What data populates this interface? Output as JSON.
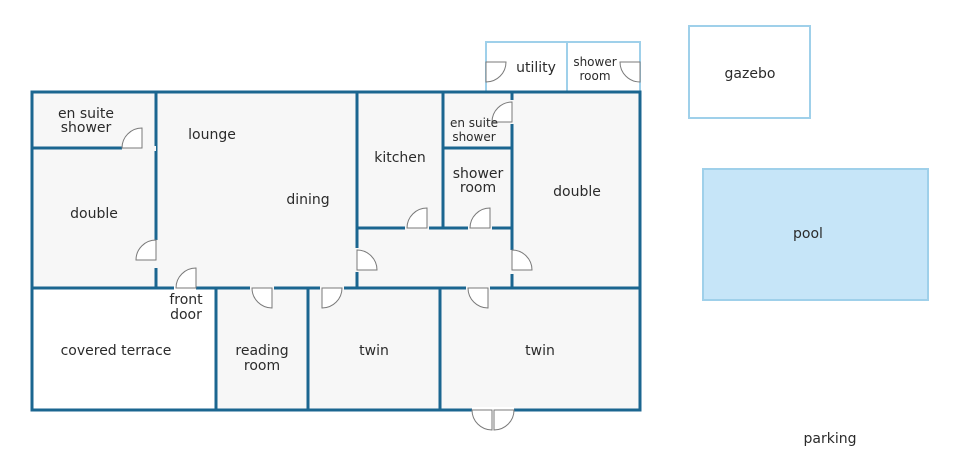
{
  "colors": {
    "wall": "#1b6690",
    "light_outline": "#9fd0ea",
    "floor": "#f7f7f7",
    "pool": "#c6e5f8",
    "door": "#7a7a7a",
    "text": "#2b2b2b"
  },
  "rooms": {
    "en_suite_shower_left": [
      "en suite",
      "shower"
    ],
    "lounge": "lounge",
    "dining": "dining",
    "kitchen": "kitchen",
    "en_suite_shower_mid": [
      "en suite",
      "shower"
    ],
    "shower_room_mid": [
      "shower",
      "room"
    ],
    "double_left": "double",
    "double_right": "double",
    "front_door": [
      "front",
      "door"
    ],
    "covered_terrace": "covered terrace",
    "reading_room": [
      "reading",
      "room"
    ],
    "twin_mid": "twin",
    "twin_right": "twin",
    "utility": "utility",
    "shower_room_top": [
      "shower",
      "room"
    ],
    "gazebo": "gazebo",
    "pool": "pool",
    "parking": "parking"
  }
}
